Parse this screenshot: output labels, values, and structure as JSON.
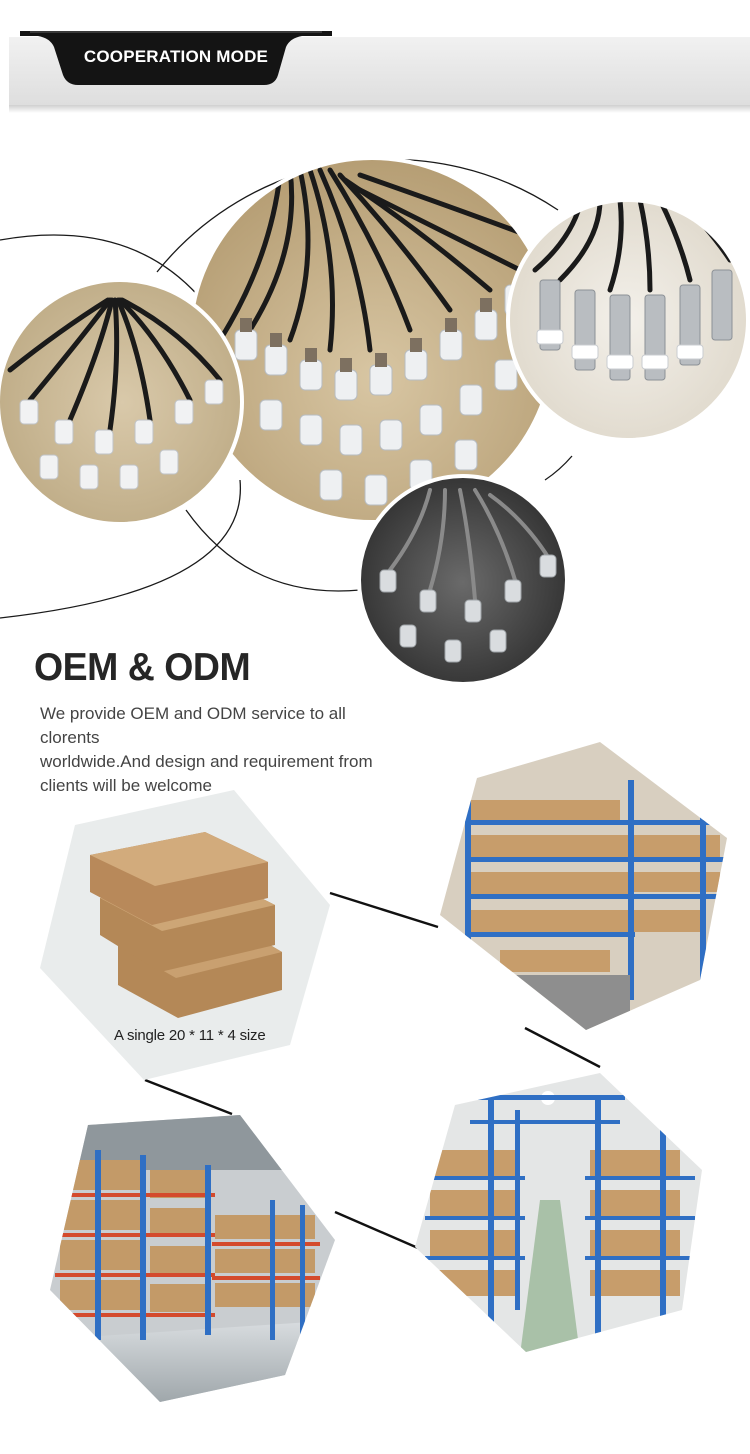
{
  "header": {
    "title": "COOPERATION MODE"
  },
  "oem": {
    "title": "OEM & ODM",
    "description_lines": [
      "We provide OEM and ODM service to all clorents",
      "worldwide.And design and requirement from",
      "clients will be welcome"
    ]
  },
  "gallery": {
    "box_caption": "A single 20 * 11 * 4 size"
  },
  "colors": {
    "header_tab": "#111111",
    "cable": "#1a1a1a",
    "sensor_cap": "#e9ecef",
    "sensor_body": "#7d7060",
    "shelf_blue": "#2f6fc4",
    "carton": "#c79d6b"
  }
}
